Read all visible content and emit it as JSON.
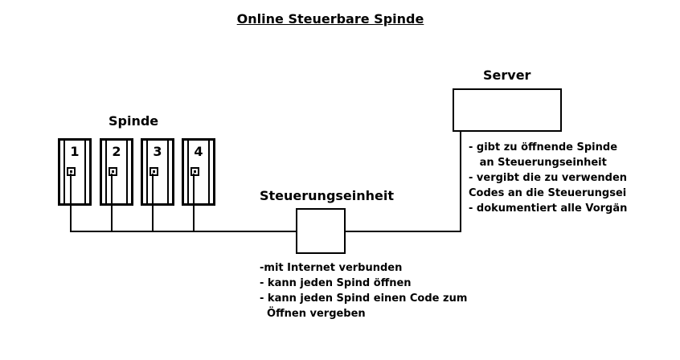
{
  "title": "Online Steuerbare Spinde",
  "lockers": {
    "heading": "Spinde",
    "items": [
      {
        "number": "1"
      },
      {
        "number": "2"
      },
      {
        "number": "3"
      },
      {
        "number": "4"
      }
    ]
  },
  "controller": {
    "heading": "Steuerungseinheit",
    "notes": [
      "-mit Internet verbunden",
      "- kann jeden Spind öffnen",
      "- kann jeden Spind einen Code zum",
      "  Öffnen vergeben"
    ]
  },
  "server": {
    "heading": "Server",
    "notes": [
      "- gibt zu öffnende Spinde",
      "   an Steuerungseinheit",
      "- vergibt die zu verwendenden",
      "Codes an die Steuerungseinheit",
      "- dokumentiert alle Vorgänge"
    ]
  }
}
